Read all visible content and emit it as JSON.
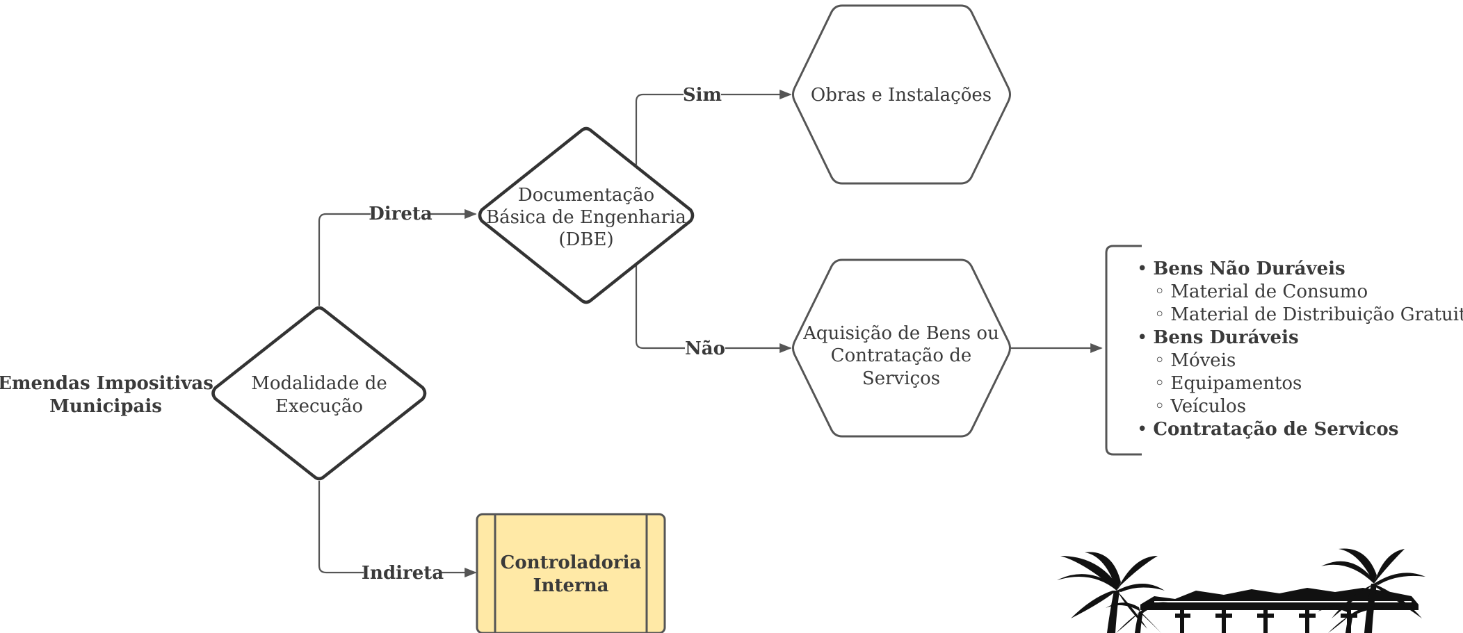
{
  "root": {
    "line1": "Emendas Impositivas",
    "line2": "Municipais"
  },
  "modalidade": {
    "line1": "Modalidade de",
    "line2": "Execução"
  },
  "dbe": {
    "line1": "Documentação",
    "line2": "Básica de Engenharia",
    "line3": "(DBE)"
  },
  "obras": {
    "label": "Obras e Instalações"
  },
  "aquisicao": {
    "line1": "Aquisição de Bens ou",
    "line2": "Contratação de",
    "line3": "Serviços"
  },
  "controladoria": {
    "line1": "Controladoria",
    "line2": "Interna"
  },
  "edges": {
    "direta": "Direta",
    "indireta": "Indireta",
    "sim": "Sim",
    "nao": "Não"
  },
  "bullets": {
    "bullet": "•",
    "sub_bullet": "◦",
    "bens_nao_duraveis": "Bens Não Duráveis",
    "material_consumo": "Material de Consumo",
    "material_distribuicao": "Material de Distribuição Gratuita",
    "bens_duraveis": "Bens Duráveis",
    "moveis": "Móveis",
    "equipamentos": "Equipamentos",
    "veiculos": "Veículos",
    "contratacao_servicos": "Contratação de Servicos"
  },
  "colors": {
    "controladoria_fill": "#ffe9a6",
    "stroke": "#555555",
    "text": "#3a3a3a"
  }
}
